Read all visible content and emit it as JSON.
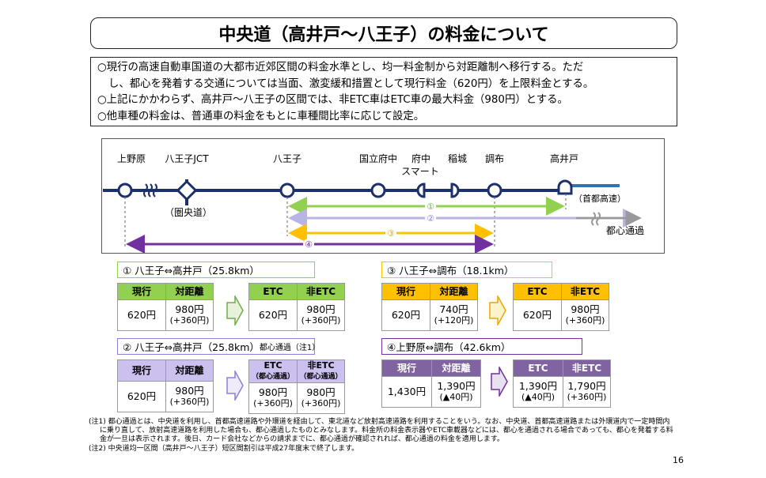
{
  "title": "中央道（高井戸～八王子）の料金について",
  "summary": [
    "○現行の高速自動車国道の大都市近郊区間の料金水準とし、均一料金制から対距離制へ移行する。ただ",
    "し、都心を発着する交通については当面、激変緩和措置として現行料金（620円）を上限料金とする。",
    "○上記にかかわらず、高井戸～八王子の区間では、非ETC車はETC車の最大料金（980円）とする。",
    "○他車種の料金は、普通車の料金をもとに車種間比率に応じて設定。"
  ],
  "map": {
    "stations": {
      "uenohara": "上野原",
      "hachioji_jct": "八王子JCT",
      "hachioji": "八王子",
      "kunitachi": "国立府中",
      "fuchu_smart_1": "府中",
      "fuchu_smart_2": "スマート",
      "inagi": "稲城",
      "chofu": "調布",
      "takaido": "高井戸"
    },
    "ken_o_do": "（圏央道）",
    "shuto": "（首都高速）",
    "toshin": "都心通過",
    "route_markers": [
      "①",
      "②",
      "③",
      "④"
    ],
    "colors": {
      "line": "#1c2f6e",
      "r1": "#92d050",
      "r2": "#b8b4e6",
      "r3": "#ffc000",
      "r4": "#7030a0",
      "shuto": "#2e75b6"
    }
  },
  "sections": {
    "s1": {
      "label": "① 八王子⇔高井戸（25.8km）",
      "current_hd": "現行",
      "distance_hd": "対距離",
      "current_val": "620円",
      "distance_val_1": "980円",
      "distance_val_2": "(+360円)",
      "etc_hd": "ETC",
      "non_etc_hd": "非ETC",
      "etc_val": "620円",
      "non_etc_val_1": "980円",
      "non_etc_val_2": "(+360円)",
      "color_hd": "#92d050",
      "color_border": "#70ad47"
    },
    "s2": {
      "label": "② 八王子⇔高井戸（25.8km）",
      "label_sub": "都心通過（注1）",
      "current_hd": "現行",
      "distance_hd": "対距離",
      "current_val": "620円",
      "distance_val_1": "980円",
      "distance_val_2": "(+360円)",
      "etc_hd": "ETC",
      "etc_hd_sub": "（都心通過）",
      "non_etc_hd": "非ETC",
      "non_etc_hd_sub": "（都心通過）",
      "etc_val_1": "980円",
      "etc_val_2": "(+360円)",
      "non_etc_val_1": "980円",
      "non_etc_val_2": "(+360円)",
      "color_hd": "#ccc0ef",
      "color_border": "#8f7fd6"
    },
    "s3": {
      "label": "③ 八王子⇔調布（18.1km）",
      "current_hd": "現行",
      "distance_hd": "対距離",
      "current_val": "620円",
      "distance_val_1": "740円",
      "distance_val_2": "(+120円)",
      "etc_hd": "ETC",
      "non_etc_hd": "非ETC",
      "etc_val": "620円",
      "non_etc_val_1": "980円",
      "non_etc_val_2": "(+360円)",
      "color_hd": "#ffc000",
      "color_border": "#e6a800"
    },
    "s4": {
      "label": "④上野原⇔調布（42.6km）",
      "current_hd": "現行",
      "distance_hd": "対距離",
      "current_val": "1,430円",
      "distance_val_1": "1,390円",
      "distance_val_2": "(▲40円)",
      "etc_hd": "ETC",
      "non_etc_hd": "非ETC",
      "etc_val_1": "1,390円",
      "etc_val_2": "(▲40円)",
      "non_etc_val_1": "1,790円",
      "non_etc_val_2": "(+360円)",
      "color_hd": "#8064a2",
      "color_border": "#604a7b"
    }
  },
  "notes": [
    "(注1) 都心通過とは、中央道を利用し、首都高速道路や外環道を経由して、東北道など放射高速道路を利用することをいう。なお、中央道、首都高速道路または外環道内で一定時間内",
    "に乗り直して、放射高速道路を利用した場合も、都心通過したものとみなします。料金所の料金表示器やETC車載器などには、都心を通過される場合であっても、都心を発着する料",
    "金が一旦は表示されます。後日、カード会社などからの請求までに、都心通過が確認されれば、都心通過の料金を適用します。",
    "(注2) 中央道均一区間（高井戸～八王子）短区間割引は平成27年度末で終了します。"
  ],
  "page_number": "16"
}
